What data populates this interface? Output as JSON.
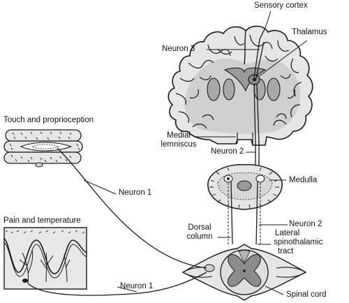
{
  "labels": {
    "sensory_cortex": "Sensory cortex",
    "thalamus": "Thalamus",
    "neuron3": "Neuron 3",
    "touch_proprioception": "Touch and proprioception",
    "medial_lemniscus_line1": "Medial",
    "medial_lemniscus_line2": "lemniscus",
    "neuron2_upper": "Neuron 2",
    "medulla": "Medulla",
    "neuron1_upper": "Neuron 1",
    "pain_temperature": "Pain and temperature",
    "dorsal_column_line1": "Dorsal",
    "dorsal_column_line2": "column",
    "neuron2_lower": "Neuron 2",
    "lateral_line1": "Lateral",
    "lateral_line2": "spinothalamic",
    "lateral_line3": "tract",
    "neuron1_lower": "Neuron 1",
    "spinal_cord": "Spinal cord"
  },
  "colors": {
    "line": "#1a1a1a",
    "tissue_light": "#e6e6e6",
    "tissue_mid": "#c8c8c8",
    "tissue_dark": "#9a9a9a",
    "background": "#ffffff"
  }
}
